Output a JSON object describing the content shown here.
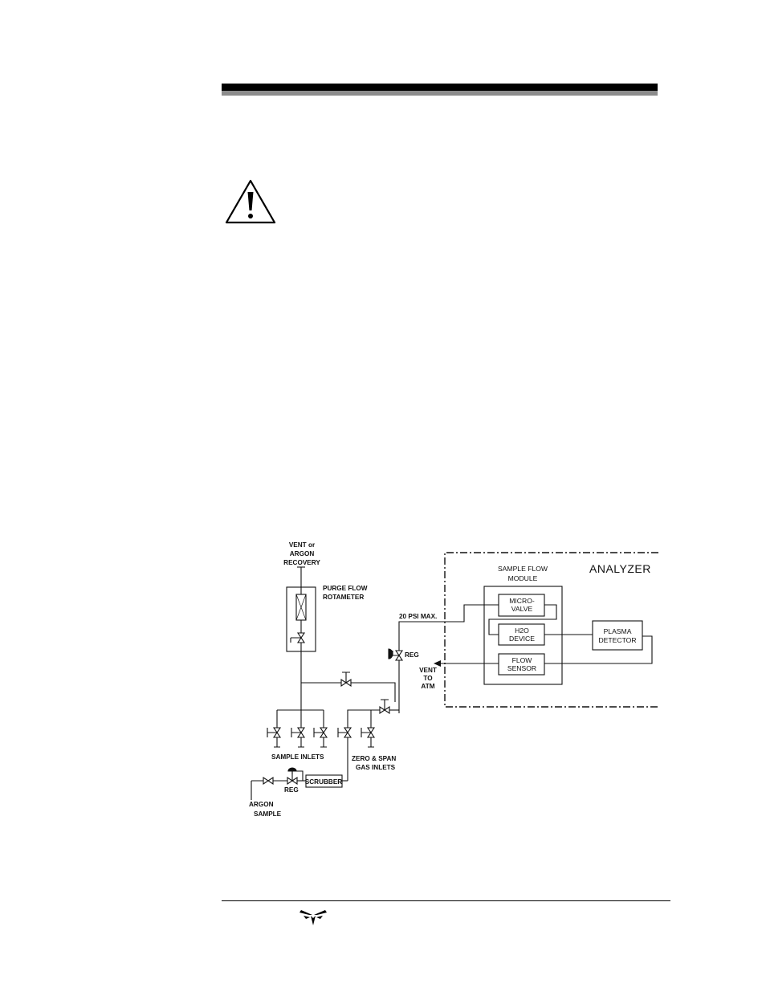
{
  "colors": {
    "ink": "#000000",
    "rule_gray": "#8c8c8c"
  },
  "icons": {
    "warning": "warning-triangle-icon",
    "logo": "company-logo-icon"
  },
  "diagram": {
    "vent_top": [
      "VENT or",
      "ARGON",
      "RECOVERY"
    ],
    "rotameter": [
      "PURGE FLOW",
      "ROTAMETER"
    ],
    "psi": "20 PSI MAX.",
    "reg_upper": "REG",
    "vent_atm": [
      "VENT",
      "TO",
      "ATM"
    ],
    "sample_inlets": "SAMPLE INLETS",
    "zero_span": [
      "ZERO & SPAN",
      "GAS INLETS"
    ],
    "reg_lower": "REG",
    "scrubber": "SCRUBBER",
    "argon_sample": [
      "ARGON",
      "SAMPLE"
    ],
    "analyzer": "ANALYZER",
    "module": [
      "SAMPLE FLOW",
      "MODULE"
    ],
    "micro_valve": [
      "MICRO-",
      "VALVE"
    ],
    "h2o_device": [
      "H2O",
      "DEVICE"
    ],
    "flow_sensor": [
      "FLOW",
      "SENSOR"
    ],
    "plasma_detector": [
      "PLASMA",
      "DETECTOR"
    ]
  }
}
